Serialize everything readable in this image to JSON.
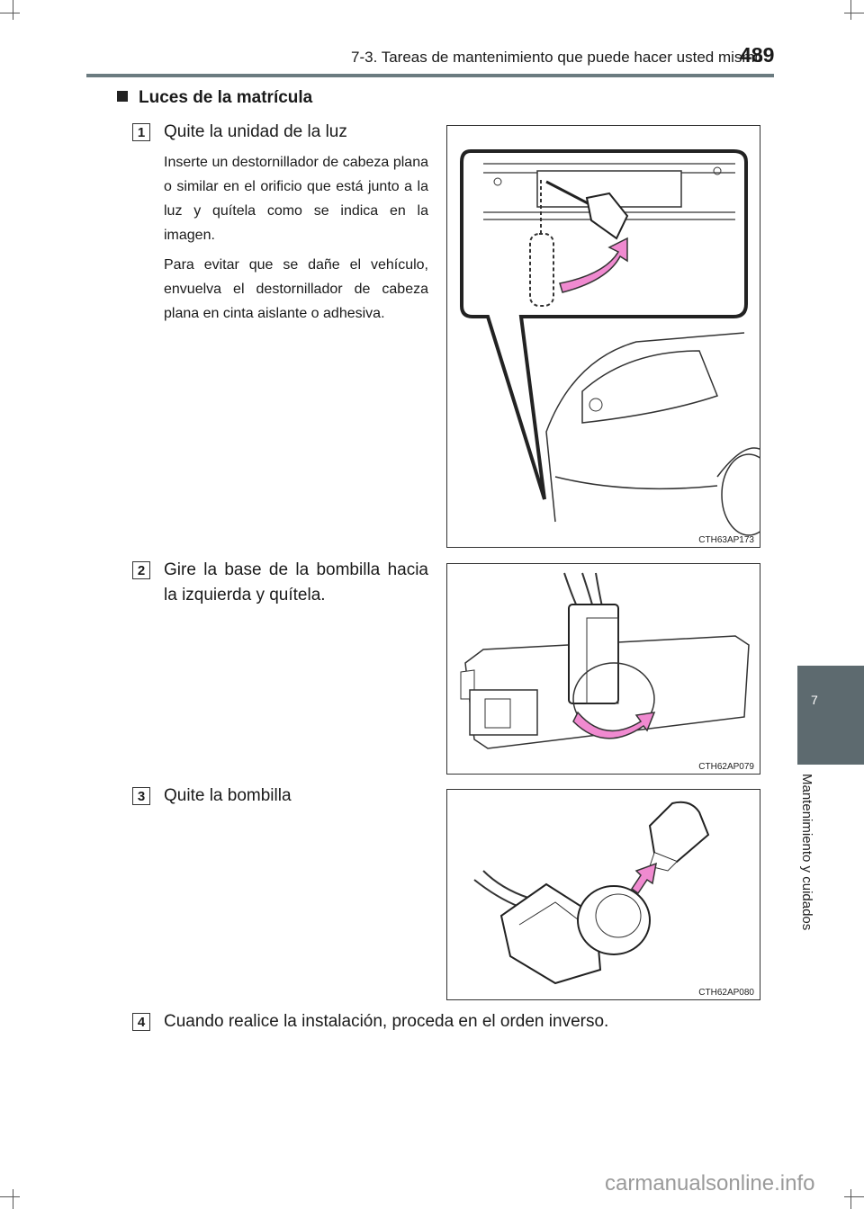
{
  "header": {
    "section": "7-3. Tareas de mantenimiento que puede hacer usted mismo",
    "page_number": "489"
  },
  "side_tab": {
    "chapter_number": "7",
    "chapter_title": "Mantenimiento y cuidados"
  },
  "heading": "Luces de la matrícula",
  "steps": [
    {
      "number": "1",
      "title": "Quite la unidad de la luz",
      "paragraphs": [
        "Inserte un destornillador de cabeza plana o similar en el orificio que está junto a la luz y quítela como se indica en la imagen.",
        "Para evitar que se dañe el vehículo, envuelva el destornillador de cabeza plana en cinta aislante o adhesiva."
      ],
      "figure_code": "CTH63AP173"
    },
    {
      "number": "2",
      "title": "Gire la base de la bombilla hacia la izquierda y quítela.",
      "figure_code": "CTH62AP079"
    },
    {
      "number": "3",
      "title": "Quite la bombilla",
      "figure_code": "CTH62AP080"
    },
    {
      "number": "4",
      "title": "Cuando realice la instalación, proceda en el orden inverso."
    }
  ],
  "watermark": "carmanualsonline.info",
  "colors": {
    "tab": "#5d6a6f",
    "header_rule": "#6b7b80",
    "arrow": "#f08ad0"
  }
}
